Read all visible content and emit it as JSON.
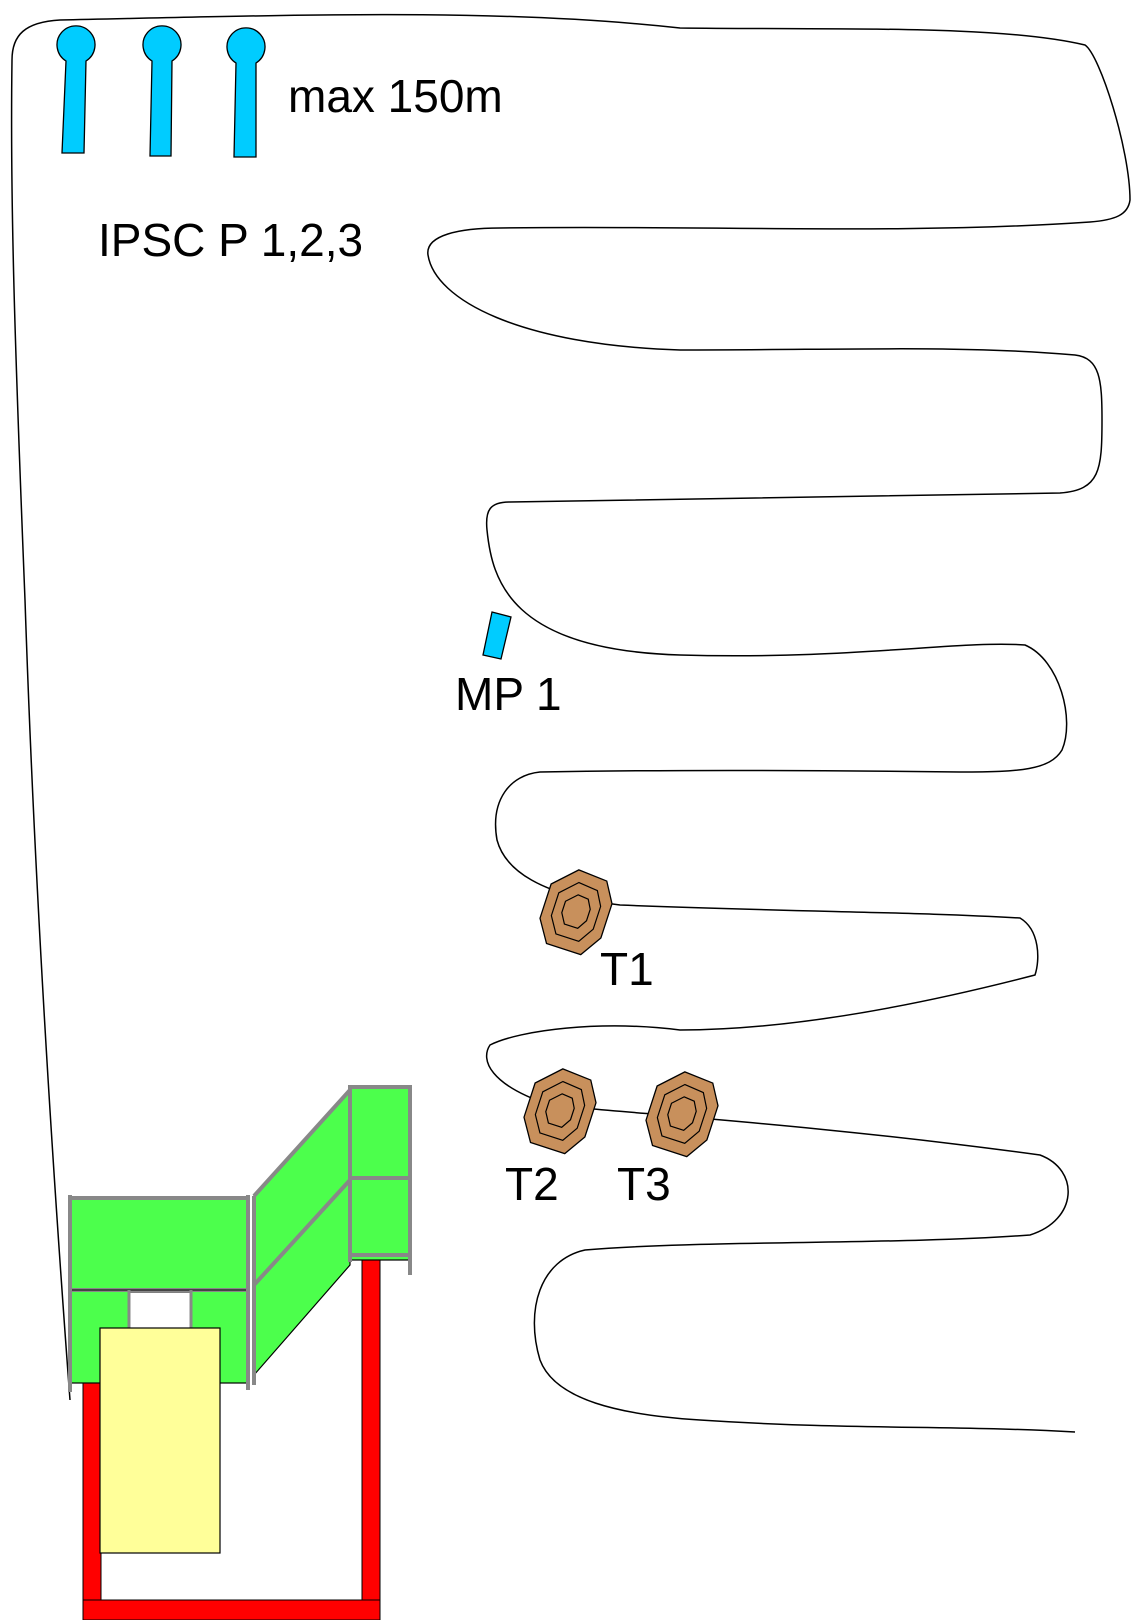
{
  "labels": {
    "distance": "max 150m",
    "ipsc": "IPSC P 1,2,3",
    "mp1": "MP 1",
    "t1": "T1",
    "t2": "T2",
    "t3": "T3"
  },
  "colors": {
    "popper": "#00ccff",
    "target": "#c8905c",
    "wall": "#4cff4c",
    "frame": "#ff0000",
    "table": "#ffff99",
    "outline": "#000000"
  },
  "icons": {
    "popper": "popper-target-icon",
    "metal_plate": "metal-plate-icon",
    "paper_target": "paper-target-icon"
  }
}
